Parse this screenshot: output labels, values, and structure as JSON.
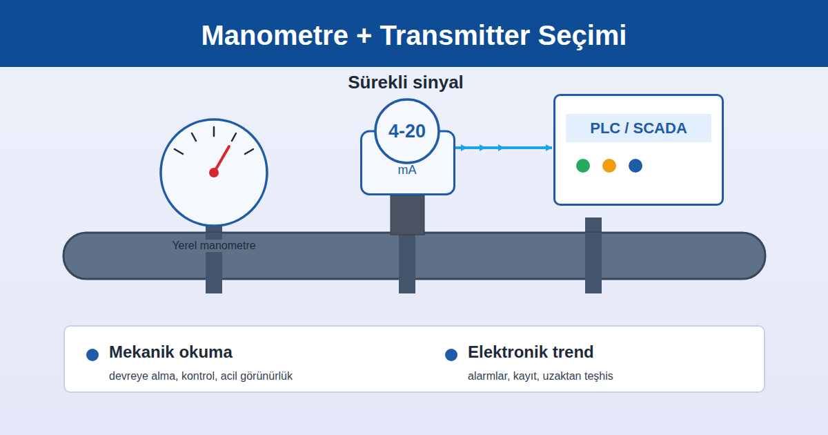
{
  "diagram": {
    "title": "Manometre + Transmitter Seçimi",
    "nodes": [
      {
        "text": [
          "4-20",
          "mA"
        ]
      },
      {
        "text": [
          "PLC / SCADA"
        ]
      },
      {
        "text": [
          "Mekanik okuma",
          "devreye alma, kontrol, acil görünürlük",
          "Elektronik trend",
          "alarmlar, kayıt, uzaktan teşhis"
        ]
      }
    ],
    "edges": [
      {
        "from": 0,
        "to": 1,
        "arrow": "to"
      }
    ],
    "labels": [
      "Sürekli sinyal",
      "Yerel manometre"
    ]
  }
}
